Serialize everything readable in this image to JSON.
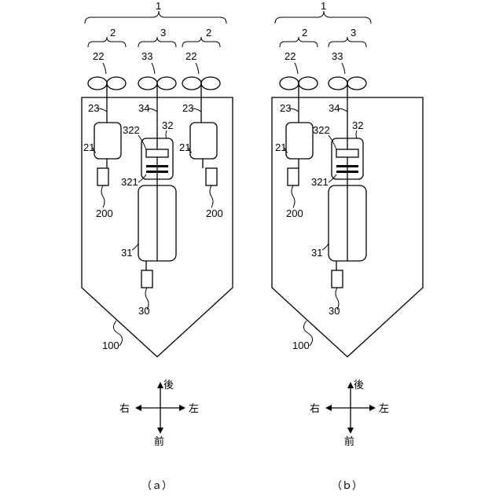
{
  "panels": [
    {
      "caption": "（ａ）",
      "labels": {
        "system": "1",
        "unit_left": "2",
        "unit_mid": "3",
        "unit_right": "2",
        "prop_left": "22",
        "prop_mid": "33",
        "prop_right": "22",
        "shaft_left": "23",
        "shaft_mid": "34",
        "shaft_right": "23",
        "motor_left": "21",
        "motor_right": "21",
        "gearbox": "32",
        "gear_upper": "322",
        "gear_lower": "321",
        "engine": "31",
        "inverter_left": "200",
        "inverter_right": "200",
        "fuel_unit": "30",
        "hull": "100"
      },
      "compass": {
        "back": "後",
        "right": "右",
        "left": "左",
        "front": "前"
      }
    },
    {
      "caption": "（ｂ）",
      "labels": {
        "system": "1",
        "unit_left": "2",
        "unit_mid": "3",
        "prop_left": "22",
        "prop_mid": "33",
        "shaft_left": "23",
        "shaft_mid": "34",
        "motor_left": "21",
        "gearbox": "32",
        "gear_upper": "322",
        "gear_lower": "321",
        "engine": "31",
        "inverter_left": "200",
        "fuel_unit": "30",
        "hull": "100"
      },
      "compass": {
        "back": "後",
        "right": "右",
        "left": "左",
        "front": "前"
      }
    }
  ]
}
